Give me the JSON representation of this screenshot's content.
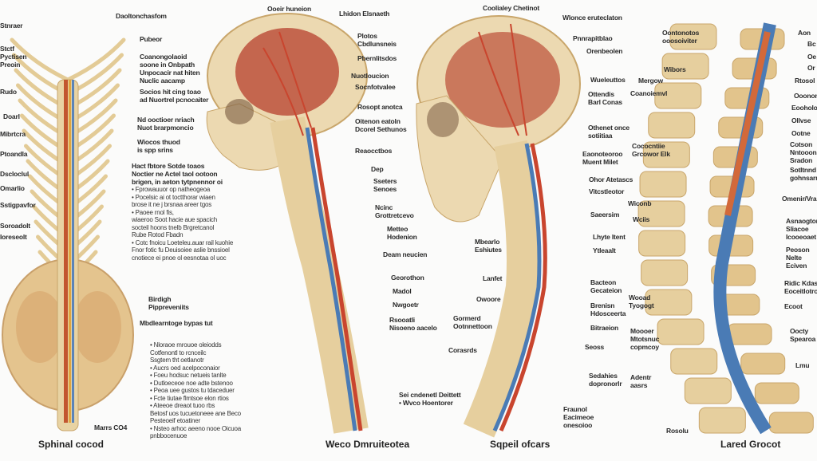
{
  "captions": [
    "Sphinal cocod",
    "Weco Dmruiteotea",
    "Sqpeil ofcars",
    "Lared Grocot"
  ],
  "panel1": {
    "left": [
      "Stnraer",
      "Stctf\nPyctisen\nPreoin",
      "Rudo",
      "Doarl",
      "Mibrtcra",
      "Ptoandla",
      "Dscloclul",
      "Omarlio",
      "Sstigpavfor",
      "Soroadolt",
      "Ioreseolt"
    ],
    "right": [
      "Daoltonchasfom",
      "Pubeor",
      "Coanongolaoid\nsoone in Onbpath\nUnpocacir nat hiten\nNuclic aacamp",
      "Socios hit cing toao\nad Nuortrel pcnocaiter",
      "Nd ooctioer nriach\nNuot brarpmoncio",
      "Wiocos thuod\nis spp srins",
      "Hact fbtore Sotde toaos\nNoctier ne Actel taol ootoon\nbrigen, in aeton tytpnennor oi",
      "• Fprowauuor op natheogeoa\n• Pocelsic ai ot toctthorar wiaen\n   brose it ne j brsnaa areer tgos\n• Paoee rnol fis,\n   wiaeroo Soot hacie aue spacich\n   socteil hoons tnelb Brgretcanol\n   Rube Rotod Fbadn\n• Cotc fnoicu Loeteleu.auar rail kuohie\n   Fnor fotic fu Deuisoiee aslie bnssioel\n   cnotiece ei pnoe ol eesnotaa ol uoc",
      "Birdigh\nPippreveniits",
      "Mbdlearntoge bypas tut",
      "• Nloraoe mrouoe oleiodds\n   Cotfenontl to rcnceilc\n   Ssgtem tht oetlanotr\n• Aucrs oed acelpoconaior\n• Foeu hodsuc netueis tanlte\n• Dutloeceoe noe adte bstenoo\n• Peoa uee gustos tu tdaceduer\n• Fcte tiutae flmtsoe elon rtios\n• Ateeoe dreaot tuoo rbs\n   Betosf uos tucuetoneee ane Beco\n   Pesteoeif etoatiner\n• Nsteo arhoc aeeno nooe Oicuoa\n   pnbbocenuoe",
      "Marrs CO4"
    ]
  },
  "panel2": {
    "labels": [
      "Ooeir huneion",
      "Lhidon Elsnaeth",
      "Plotos\nCbdlunsneis",
      "Pbernlitsdos",
      "Nuotloucion",
      "Socnfotvalee",
      "Rosopt anotca",
      "Oitenon eatoln\nDcorel Sethunos",
      "Reaocctbos",
      "Dep",
      "Sseters\nSenoes",
      "Ncinc\nGrottretcevo",
      "Metteo\nHodenion",
      "Deam neucien",
      "Georothon",
      "Madol",
      "Nwgoetr",
      "Rsooatli\nNisoeno aacelo",
      "Sei cndenetl Deittett\n• Wvco Hoentorer"
    ]
  },
  "panel3": {
    "labels": [
      "Coolialey Chetinot",
      "Wlonce eruteclaton",
      "Pnnrapitblao",
      "Orenbeolen",
      "Wueleuttos",
      "Ottendis\nBarl Conas",
      "Othenet once\nsotiitiaa",
      "Eaonoteoroo\nMuent Milet",
      "Ohor Atetascs",
      "Vitcstleotor",
      "Saeersim",
      "Lhyte Itent",
      "Ytleaalt",
      "Mbearlo\nEshiutes",
      "Lanfet",
      "Bacteon\nGecateion",
      "Owoore",
      "Gormerd\nOotnnettoon",
      "Brenisn\nHdosceerta",
      "Bitraeion",
      "Seoss",
      "Corasrds",
      "Sedahies\ndopronorlr",
      "Fraunol\nEacimeoe\nonesoioo"
    ]
  },
  "panel4": {
    "left": [
      "Oontonotos\nooosoiviter",
      "Wibors",
      "Mergow",
      "Coanoiemvl",
      "Cococntiie\nGrcowor Elk",
      "Wiconb",
      "Wciis",
      "Wooad\nTyogogt",
      "Moooer\nMtotsnuc\ncopmcoy",
      "Adentr\naasrs",
      "Rosolu"
    ],
    "right": [
      "Aon",
      "Bc",
      "Oe",
      "Or",
      "Rtosol",
      "Ooonon",
      "Eooholo",
      "Ollvse",
      "Ootne",
      "Cotson\nNntooons\nSradon",
      "Sotltnnd\ngohnsarm",
      "Omenir/Vra",
      "Asnaogtor\nSliacoe\nIcooeoaet",
      "Peoson\nNelte Eciven",
      "Ridic Kdas\nEoceitlotro",
      "Ecoot",
      "Oocty\nSpearoa",
      "Lmu"
    ]
  },
  "colors": {
    "bone": "#e6cf9e",
    "bone_dark": "#c9a66b",
    "brain": "#c4664e",
    "artery": "#c9452e",
    "vein": "#4a7bb5",
    "text": "#2a2a2a"
  }
}
